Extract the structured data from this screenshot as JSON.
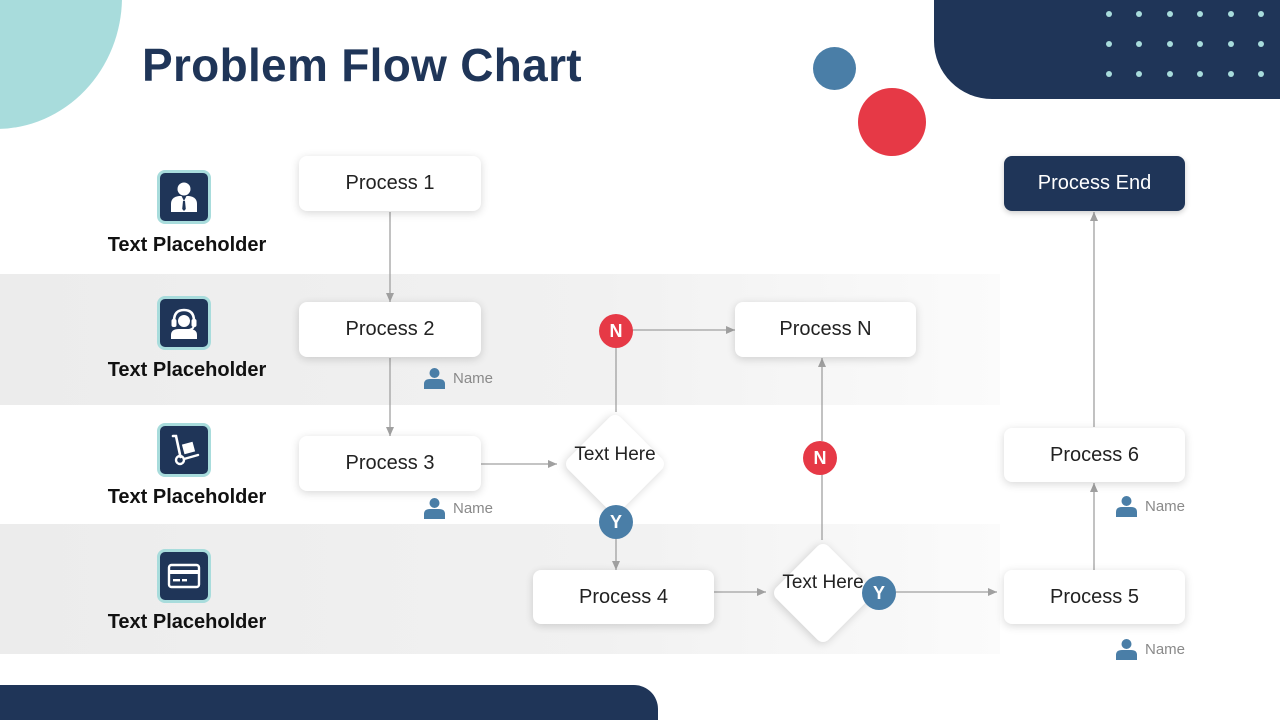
{
  "title": "Problem Flow Chart",
  "colors": {
    "navy": "#1f3558",
    "teal": "#a8dcdc",
    "blue": "#4a7ea7",
    "red": "#e63946",
    "band": "#efefef",
    "connector": "#a0a0a0"
  },
  "lanes": [
    {
      "label": "Text Placeholder",
      "icon": "businessman-icon"
    },
    {
      "label": "Text Placeholder",
      "icon": "headset-agent-icon"
    },
    {
      "label": "Text Placeholder",
      "icon": "hand-truck-icon"
    },
    {
      "label": "Text Placeholder",
      "icon": "credit-card-icon"
    }
  ],
  "nodes": {
    "process_1": "Process 1",
    "process_2": "Process 2",
    "process_3": "Process 3",
    "process_4": "Process 4",
    "process_5": "Process 5",
    "process_6": "Process 6",
    "process_n": "Process N",
    "process_end": "Process End"
  },
  "decisions": [
    {
      "text": "Text Here",
      "no_label": "N",
      "yes_label": "Y"
    },
    {
      "text": "Text Here",
      "no_label": "N",
      "yes_label": "Y"
    }
  ],
  "owners": {
    "process_2": "Name",
    "process_3": "Name",
    "process_5": "Name",
    "process_6": "Name"
  }
}
